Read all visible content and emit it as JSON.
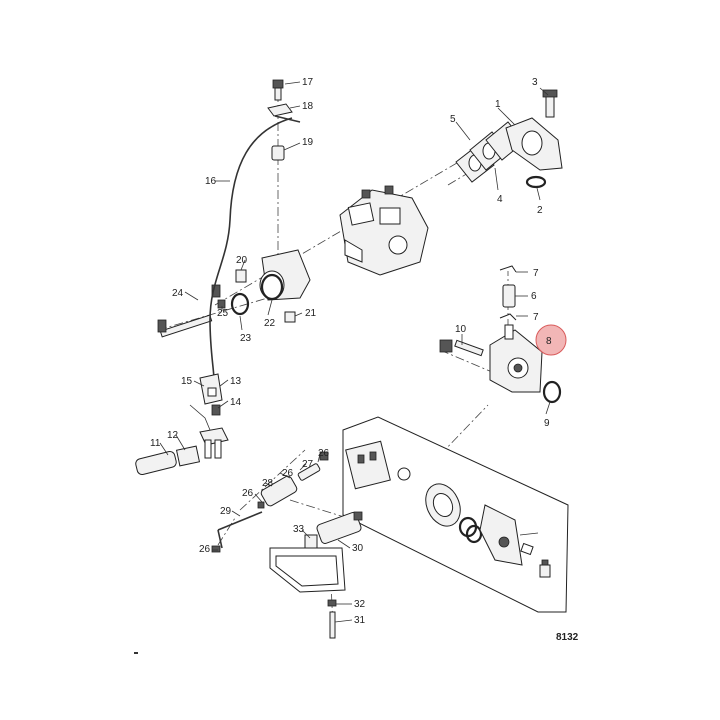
{
  "figure_number": "8132",
  "highlight_color": "#e98585",
  "highlighted_callout": "8",
  "callouts": {
    "c1": "1",
    "c2": "2",
    "c3": "3",
    "c4": "4",
    "c5": "5",
    "c6": "6",
    "c7a": "7",
    "c7b": "7",
    "c8": "8",
    "c9": "9",
    "c10": "10",
    "c11": "11",
    "c12": "12",
    "c13": "13",
    "c14": "14",
    "c15": "15",
    "c16": "16",
    "c17": "17",
    "c18": "18",
    "c19": "19",
    "c20": "20",
    "c21": "21",
    "c22": "22",
    "c23": "23",
    "c24": "24",
    "c25": "25",
    "c26a": "26",
    "c26b": "26",
    "c26c": "26",
    "c26d": "26",
    "c27": "27",
    "c28": "28",
    "c29": "29",
    "c30": "30",
    "c31": "31",
    "c32": "32",
    "c33": "33"
  }
}
